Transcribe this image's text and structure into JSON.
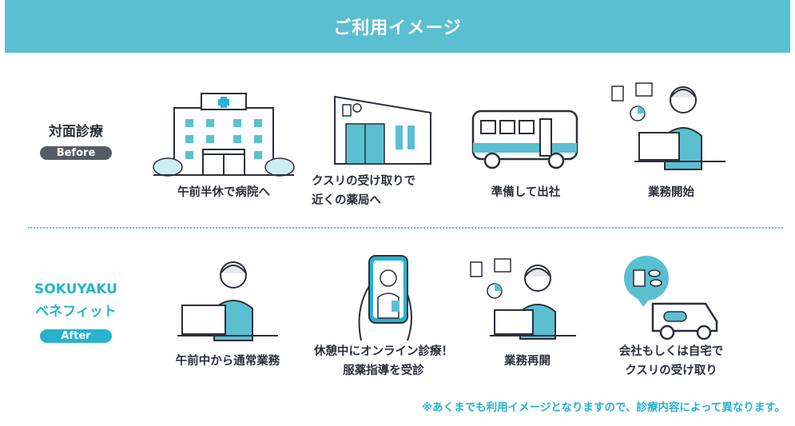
{
  "header": {
    "title": "ご利用イメージ"
  },
  "before": {
    "title": "対面診療",
    "badge": "Before",
    "steps": [
      {
        "icon": "hospital-icon",
        "caption": "午前半休で病院へ"
      },
      {
        "icon": "pharmacy-icon",
        "caption_line1": "クスリの受け取りで",
        "caption_line2": "近くの薬局へ"
      },
      {
        "icon": "bus-icon",
        "caption": "準備して出社"
      },
      {
        "icon": "office-work-icon",
        "caption": "業務開始"
      }
    ]
  },
  "after": {
    "title_line1": "SOKUYAKU",
    "title_line2": "ベネフィット",
    "badge": "After",
    "steps": [
      {
        "icon": "remote-work-icon",
        "caption": "午前中から通常業務"
      },
      {
        "icon": "smartphone-doctor-icon",
        "caption_line1": "休憩中にオンライン診療！",
        "caption_line2": "服薬指導を受診"
      },
      {
        "icon": "office-work-icon",
        "caption": "業務再開"
      },
      {
        "icon": "delivery-truck-icon",
        "caption_line1": "会社もしくは自宅で",
        "caption_line2": "クスリの受け取り"
      }
    ]
  },
  "footnote": "※あくまでも利用イメージとなりますので、診療内容によって異なります。",
  "colors": {
    "accent": "#5bbfd2",
    "accent_dark": "#27b3cf",
    "dark": "#2b2f3a",
    "before_badge": "#555b66"
  }
}
